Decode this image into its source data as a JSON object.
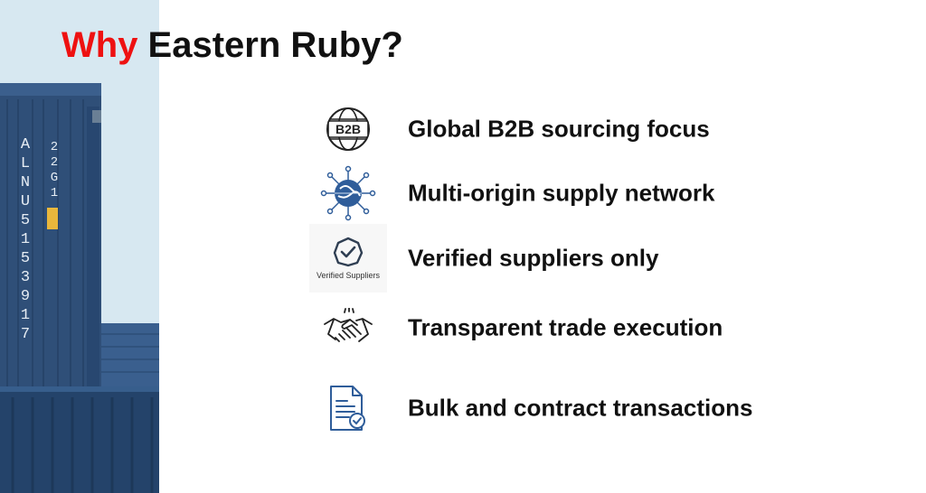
{
  "title": {
    "accent": "Why",
    "rest": " Eastern Ruby?"
  },
  "container": {
    "code_left": "ALNU 515391 7",
    "code_right": "22G1"
  },
  "features": [
    {
      "icon": "b2b-globe-icon",
      "label": "Global B2B sourcing focus",
      "icon_text": "B2B"
    },
    {
      "icon": "network-globe-icon",
      "label": "Multi-origin supply network"
    },
    {
      "icon": "verified-badge-icon",
      "label": "Verified suppliers only",
      "icon_caption": "Verified Suppliers"
    },
    {
      "icon": "handshake-icon",
      "label": "Transparent trade execution"
    },
    {
      "icon": "contract-document-icon",
      "label": "Bulk and contract transactions"
    }
  ],
  "colors": {
    "accent": "#ee1111",
    "icon_blue": "#2f5d9a",
    "container_blue": "#2e4f7c"
  }
}
